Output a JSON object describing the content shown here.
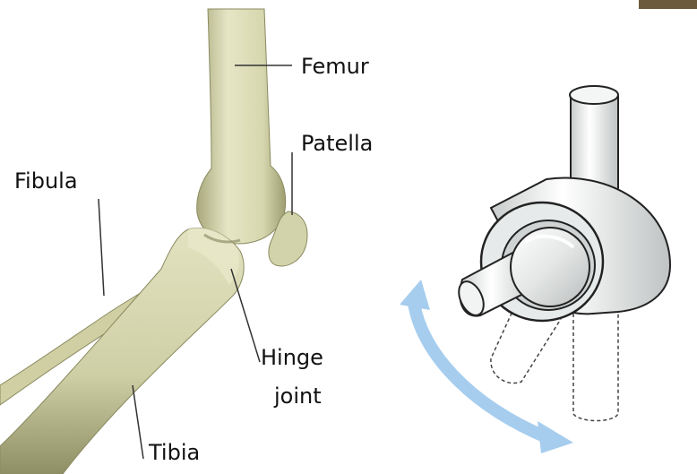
{
  "labels": {
    "femur": "Femur",
    "patella": "Patella",
    "fibula": "Fibula",
    "hinge_line1": "Hinge",
    "hinge_line2": "joint",
    "tibia": "Tibia"
  },
  "colors": {
    "bone": "#dcdcb8",
    "bone_shadow": "#a6a67a",
    "bone_dark": "#7d7d57",
    "arrow": "#9ec6ea",
    "hinge_body": "#eef0f0",
    "outline": "#222222",
    "corner_tab": "#6b5a3c"
  }
}
